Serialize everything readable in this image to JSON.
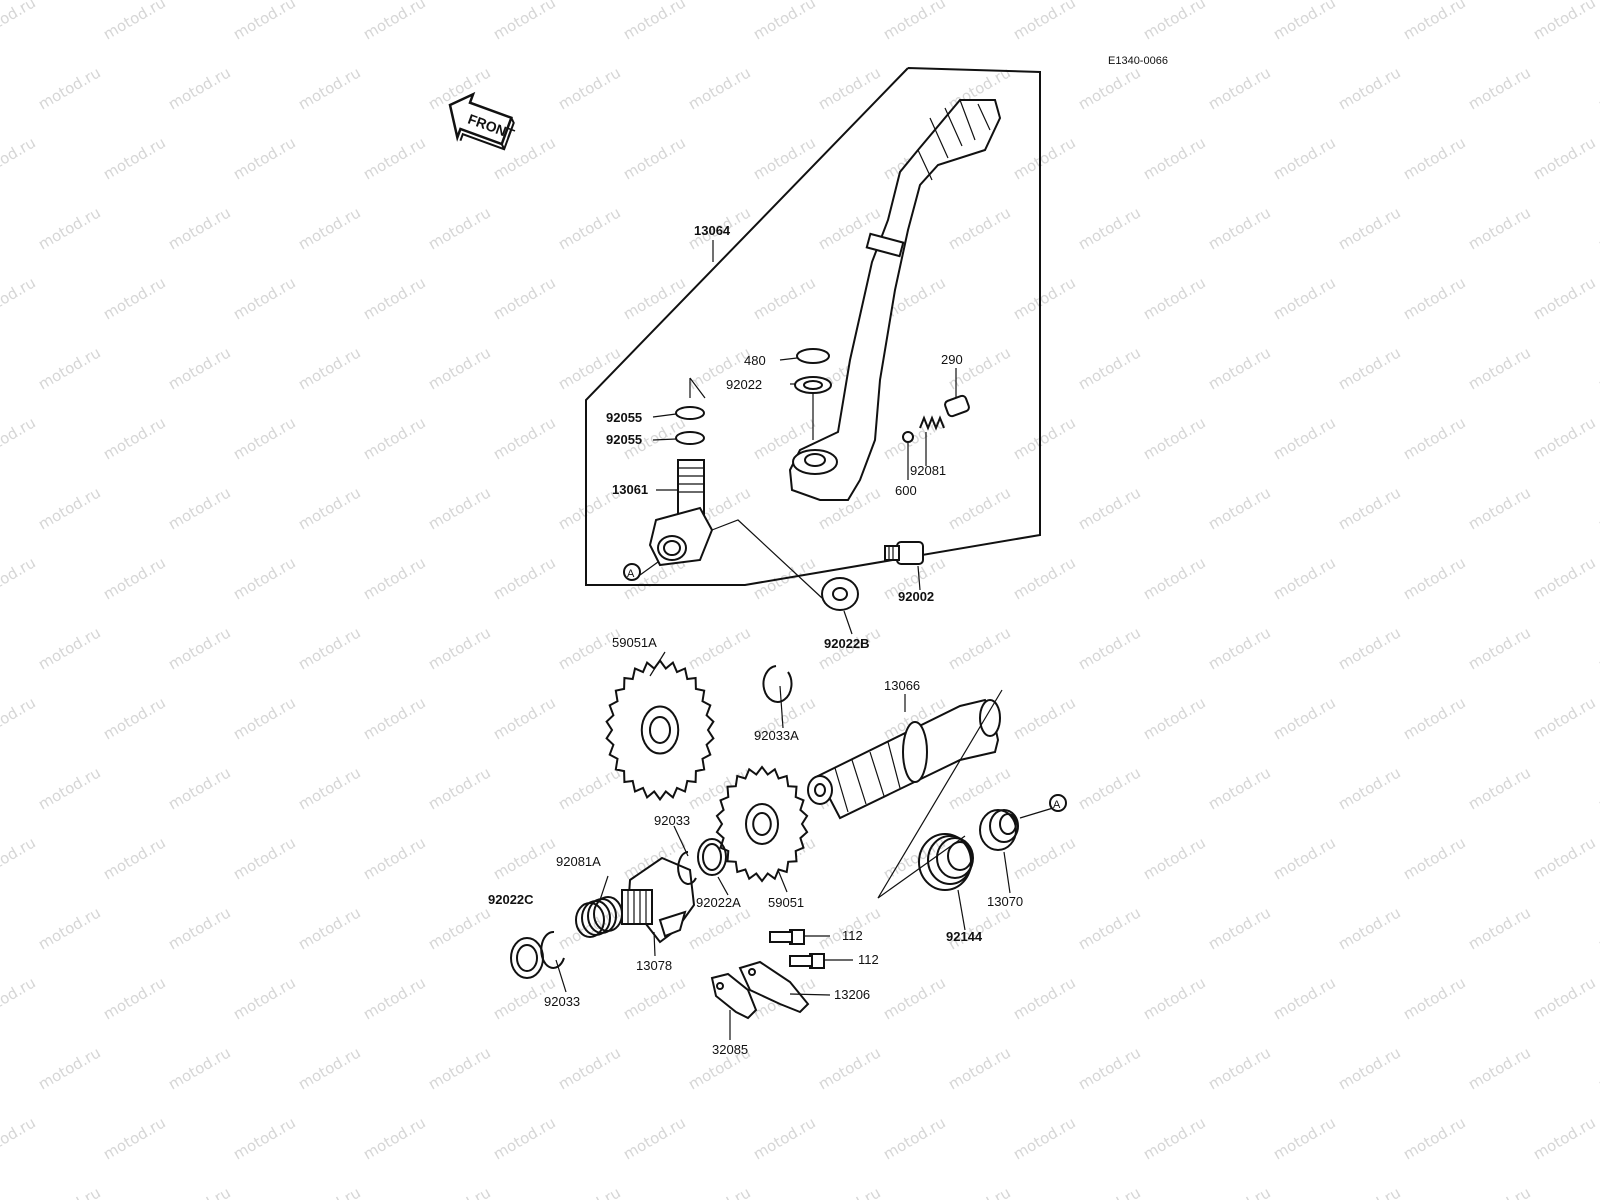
{
  "diagram_code": "E1340-0066",
  "front_label": "FRONT",
  "watermark": "motod.ru",
  "ref_mark": "A",
  "parts": {
    "p13064": "13064",
    "p480": "480",
    "p92022": "92022",
    "p290": "290",
    "p92055a": "92055",
    "p92055b": "92055",
    "p13061": "13061",
    "p92081": "92081",
    "p600": "600",
    "p92002": "92002",
    "p92022B": "92022B",
    "p59051A": "59051A",
    "p92033A": "92033A",
    "p13066": "13066",
    "p92033": "92033",
    "p92081A": "92081A",
    "p92022C": "92022C",
    "p92022A": "92022A",
    "p59051": "59051",
    "p13070": "13070",
    "p92144": "92144",
    "p112a": "112",
    "p112b": "112",
    "p13206": "13206",
    "p13078": "13078",
    "p92033b": "92033",
    "p32085": "32085"
  }
}
